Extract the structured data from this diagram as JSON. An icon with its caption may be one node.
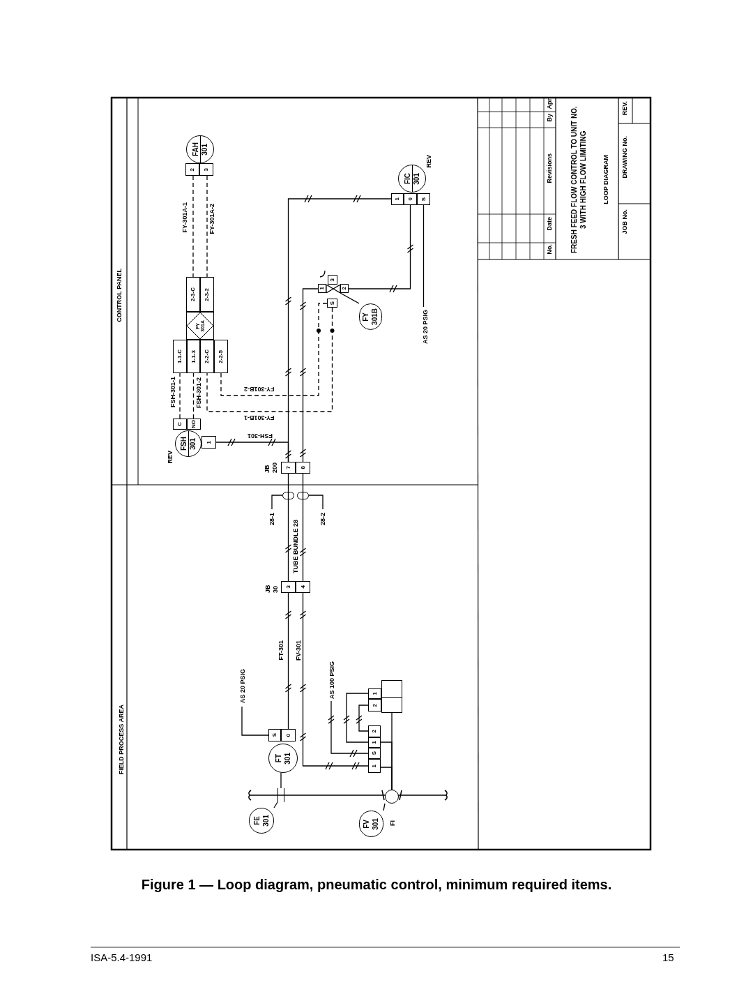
{
  "diagram": {
    "caption": "Figure 1 — Loop diagram, pneumatic control, minimum required items.",
    "nodes": [
      {
        "text": [
          "FAH",
          "301"
        ]
      },
      {
        "text": [
          "2"
        ]
      },
      {
        "text": [
          "3"
        ]
      },
      {
        "text": [
          "2-3-C"
        ]
      },
      {
        "text": [
          "2-3-2"
        ]
      },
      {
        "text": [
          "FY",
          "301A"
        ]
      },
      {
        "text": [
          "1-1-C"
        ]
      },
      {
        "text": [
          "1-1-3"
        ]
      },
      {
        "text": [
          "2-2-C"
        ]
      },
      {
        "text": [
          "2-2-5"
        ]
      },
      {
        "text": [
          "FIC",
          "301"
        ],
        "beside": [
          "REV"
        ]
      },
      {
        "text": [
          "1"
        ]
      },
      {
        "text": [
          "0"
        ]
      },
      {
        "text": [
          "S"
        ]
      },
      {
        "text": [
          "1"
        ]
      },
      {
        "text": [
          "3"
        ]
      },
      {
        "text": [
          "2"
        ]
      },
      {
        "text": [
          "S"
        ]
      },
      {
        "text": [],
        "shape": "valve"
      },
      {
        "text": [
          "FY",
          "301B"
        ]
      },
      {
        "text": [
          "AS 20 PSIG"
        ]
      },
      {
        "text": [
          "FSH",
          "301"
        ],
        "beside": [
          "REV"
        ]
      },
      {
        "text": [
          "C"
        ]
      },
      {
        "text": [
          "NO"
        ]
      },
      {
        "text": [
          "1"
        ]
      },
      {
        "text": [
          "7"
        ]
      },
      {
        "text": [
          "8"
        ]
      },
      {
        "text": [],
        "shape": "ellipse"
      },
      {
        "text": [],
        "shape": "ellipse"
      },
      {
        "text": [
          "28-1"
        ]
      },
      {
        "text": [
          "28-2"
        ]
      },
      {
        "text": [
          "3"
        ]
      },
      {
        "text": [
          "4"
        ]
      },
      {
        "text": [
          "AS 20 PSIG"
        ]
      },
      {
        "text": [
          "S"
        ]
      },
      {
        "text": [
          "0"
        ]
      },
      {
        "text": [
          "FT",
          "301"
        ]
      },
      {
        "text": [
          "AS 100 PSIG"
        ]
      },
      {
        "text": [],
        "shape": "box"
      },
      {
        "text": [
          "1"
        ]
      },
      {
        "text": [
          "2"
        ]
      },
      {
        "text": [
          "2"
        ]
      },
      {
        "text": [
          "1"
        ]
      },
      {
        "text": [
          "S"
        ]
      },
      {
        "text": [
          "1"
        ]
      },
      {
        "text": [],
        "shape": "bar"
      },
      {
        "text": [],
        "shape": "circle"
      },
      {
        "text": [
          "FE",
          "301"
        ]
      },
      {
        "text": [
          "FV",
          "301"
        ],
        "beside": [
          "FI"
        ]
      }
    ],
    "edges": [
      {
        "from": 1,
        "to": 3,
        "arrow": "none",
        "style": "dashed",
        "label": "FY-301A-1"
      },
      {
        "from": 2,
        "to": 4,
        "arrow": "none",
        "style": "dashed",
        "label": "FY-301A-2"
      },
      {
        "from": 22,
        "to": 6,
        "arrow": "none",
        "style": "dashed",
        "label": "FSH-301-1"
      },
      {
        "from": 23,
        "to": 7,
        "arrow": "none",
        "style": "dashed",
        "label": "FSH-301-2"
      },
      {
        "from": 17,
        "to": 8,
        "arrow": "none",
        "style": "dashed",
        "label": "FY-301B-1"
      },
      {
        "from": 17,
        "to": 9,
        "arrow": "none",
        "style": "dashed",
        "label": "FY-301B-2"
      },
      {
        "from": 20,
        "to": 13,
        "arrow": "none"
      },
      {
        "from": 25,
        "to": 11,
        "arrow": "none"
      },
      {
        "from": 12,
        "to": 16,
        "arrow": "none"
      },
      {
        "from": 26,
        "to": 14,
        "arrow": "none"
      },
      {
        "from": 24,
        "to": 25,
        "arrow": "none",
        "label": "FSH-301"
      },
      {
        "from": 29,
        "to": 27,
        "arrow": "none"
      },
      {
        "from": 30,
        "to": 28,
        "arrow": "none"
      },
      {
        "from": 25,
        "to": 31,
        "arrow": "none"
      },
      {
        "from": 26,
        "to": 32,
        "arrow": "none"
      },
      {
        "from": 35,
        "to": 31,
        "arrow": "none",
        "label": "FT-301"
      },
      {
        "from": 32,
        "to": 44,
        "arrow": "none",
        "label": "FV-301"
      },
      {
        "from": 33,
        "to": 34,
        "arrow": "none"
      },
      {
        "from": 37,
        "to": 43,
        "arrow": "none"
      },
      {
        "from": 42,
        "to": 39,
        "arrow": "none"
      },
      {
        "from": 41,
        "to": 40,
        "arrow": "none"
      },
      {
        "from": 38,
        "to": 46,
        "arrow": "none"
      },
      {
        "from": 42,
        "to": 46,
        "arrow": "none"
      },
      {
        "from": 44,
        "to": 46,
        "arrow": "none"
      },
      {
        "from": 36,
        "to": 45,
        "arrow": "none"
      },
      {
        "from": 47,
        "to": 45,
        "arrow": "none"
      },
      {
        "from": 48,
        "to": 46,
        "arrow": "none"
      },
      {
        "from": 19,
        "to": 18,
        "arrow": "none"
      }
    ],
    "labels": [
      "CONTROL PANEL",
      "FIELD PROCESS AREA",
      "No.",
      "Date",
      "Revisions",
      "By",
      "Apr",
      "FRESH FEED FLOW CONTROL TO UNIT NO. 3 WITH HIGH FLOW LIMITING",
      "LOOP DIAGRAM",
      "JOB No.",
      "DRAWING No.",
      "REV.",
      "JB 200",
      "TUBE BUNDLE 28",
      "JB 30",
      "ISA-5.4-1991",
      "15"
    ]
  }
}
